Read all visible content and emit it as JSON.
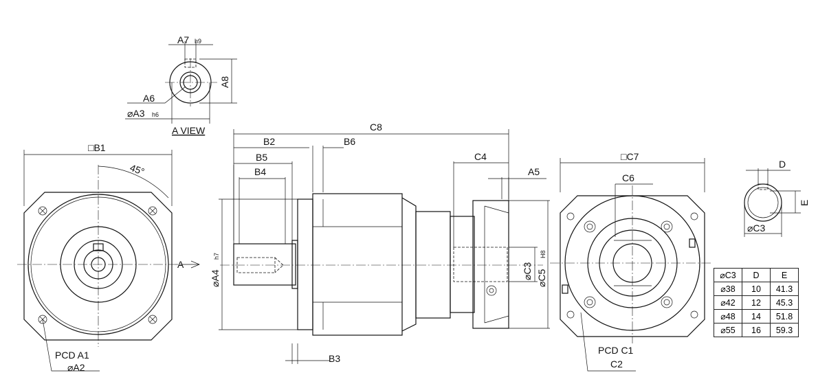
{
  "labels": {
    "b1": "□B1",
    "angle": "45°",
    "pcd_a1": "PCD A1",
    "a2": "⌀A2",
    "a_arrow": "A",
    "a7": "A7",
    "a7_tol": "h9",
    "a8": "A8",
    "a6": "A6",
    "a3": "⌀A3",
    "a3_tol": "h6",
    "a_view": "A VIEW",
    "c8": "C8",
    "b2": "B2",
    "b6": "B6",
    "b5": "B5",
    "b4": "B4",
    "c4": "C4",
    "a5": "A5",
    "b3": "B3",
    "a4": "⌀A4",
    "a4_tol": "h7",
    "c3": "⌀C3",
    "c5": "⌀C5",
    "c5_tol": "H8",
    "c7": "□C7",
    "c6": "C6",
    "pcd_c1": "PCD C1",
    "c2": "C2",
    "d": "D",
    "e": "E",
    "c3_small": "⌀C3"
  },
  "table": {
    "headers": [
      "⌀C3",
      "D",
      "E"
    ],
    "rows": [
      [
        "⌀38",
        "10",
        "41.3"
      ],
      [
        "⌀42",
        "12",
        "45.3"
      ],
      [
        "⌀48",
        "14",
        "51.8"
      ],
      [
        "⌀55",
        "16",
        "59.3"
      ]
    ]
  }
}
